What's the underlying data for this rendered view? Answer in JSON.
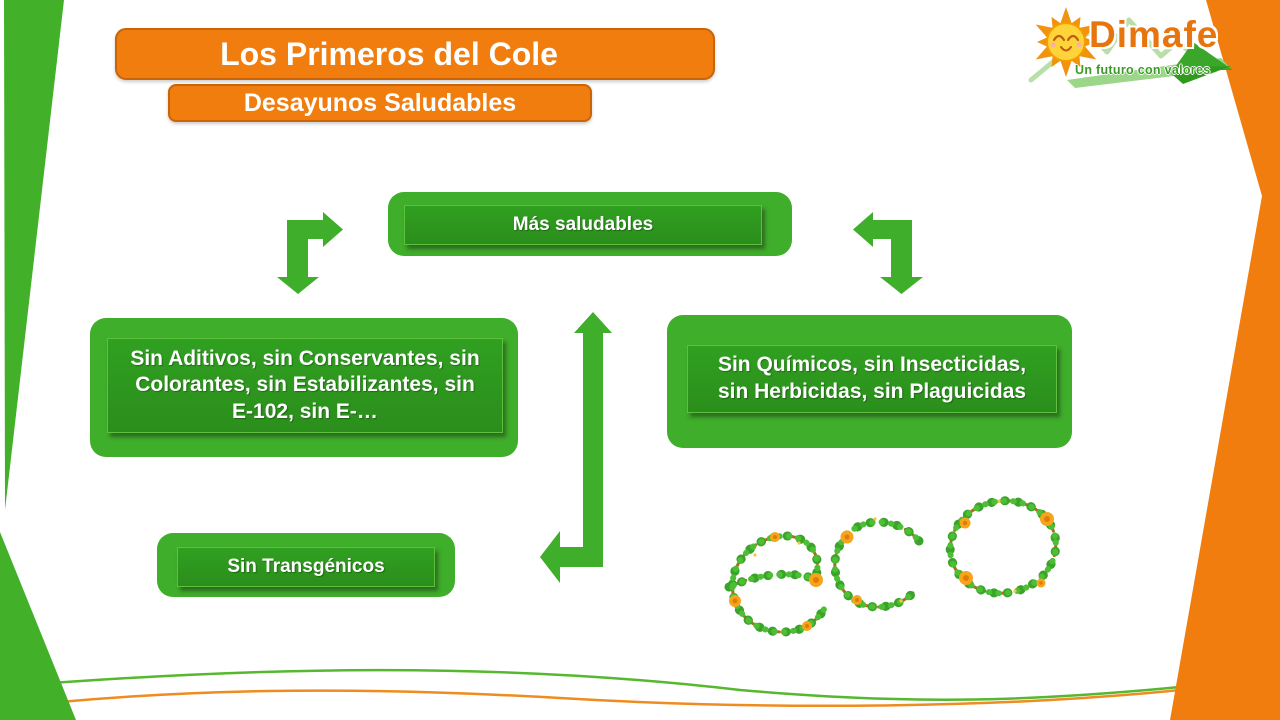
{
  "slide": {
    "title": "Los Primeros del Cole",
    "subtitle": "Desayunos Saludables"
  },
  "logo": {
    "name": "Dimafe",
    "tagline": "Un futuro con valores"
  },
  "diagram": {
    "top_label": "Más saludables",
    "left_label": "Sin Aditivos, sin Conservantes, sin\nColorantes, sin Estabilizantes, sin\nE-102, sin E-…",
    "right_label": "Sin Químicos, sin Insecticidas,\nsin Herbicidas, sin Plaguicidas",
    "bottom_label": "Sin Transgénicos"
  },
  "decoration": {
    "word": "eco"
  },
  "colors": {
    "green": "#3fae2a",
    "dark_green": "#2e9420",
    "orange": "#f07d0e",
    "orange_border": "#c96408",
    "logo_light_green": "#b9dfa8"
  }
}
